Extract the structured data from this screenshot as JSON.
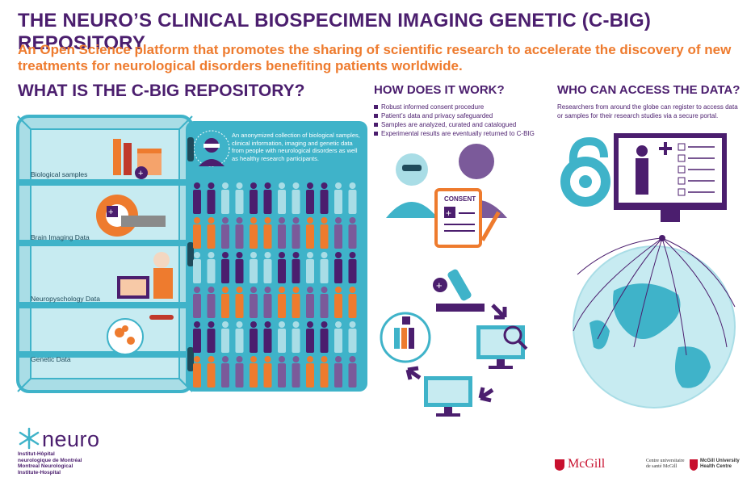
{
  "header": {
    "title": "THE NEURO’S CLINICAL BIOSPECIMEN IMAGING GENETIC (C-BIG) REPOSITORY",
    "subtitle": "An Open Science platform that promotes the sharing of scientific research to accelerate the discovery of new treatments for neurological disorders benefiting patients worldwide."
  },
  "left": {
    "heading": "WHAT IS THE C-BIG REPOSITORY?",
    "shelves": [
      "Biological samples",
      "Brain Imaging Data",
      "Neuropyschology Data",
      "Genetic Data"
    ],
    "door_text": "An anonymized collection of biological samples, clinical information, imaging and genetic data from people with neurological disorders as well as healthy research participants."
  },
  "middle": {
    "heading": "HOW DOES IT WORK?",
    "bullets": [
      "Robust informed consent procedure",
      "Patient’s data and privacy safeguarded",
      "Samples are analyzed, curated and catalogued",
      "Experimental results are eventually returned to C-BIG"
    ],
    "consent_label": "CONSENT"
  },
  "right": {
    "heading": "WHO CAN ACCESS THE DATA?",
    "text": "Researchers from around the globe can register to access data or samples for their research studies via a secure portal."
  },
  "footer": {
    "neuro_word": "neuro",
    "neuro_sub": [
      "Institut-Hôpital",
      "neurologique de Montréal",
      "Montreal Neurological",
      "Institute-Hospital"
    ],
    "mcgill": "McGill",
    "cusm": [
      "Centre universitaire",
      "de santé McGill"
    ],
    "muhc": [
      "McGill University",
      "Health Centre"
    ]
  },
  "colors": {
    "purple": "#4b1e6e",
    "orange": "#ee7b2e",
    "teal": "#3fb3c9",
    "light_teal": "#a9dde6"
  }
}
